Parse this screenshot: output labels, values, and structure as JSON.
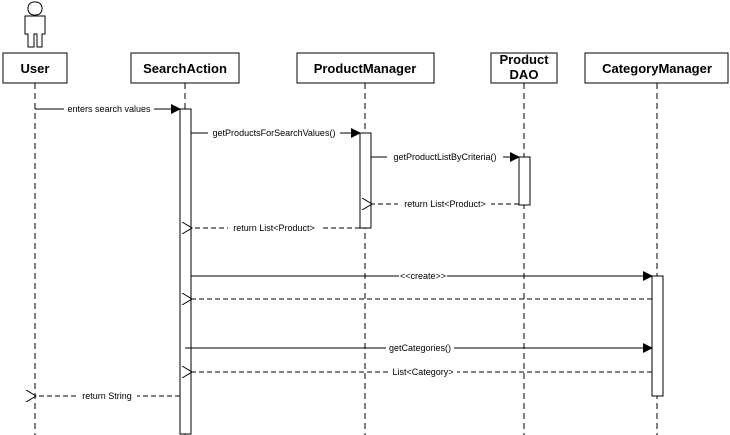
{
  "participants": [
    {
      "id": "user",
      "label": "User"
    },
    {
      "id": "search_action",
      "label": "SearchAction"
    },
    {
      "id": "product_manager",
      "label": "ProductManager"
    },
    {
      "id": "product_dao",
      "label_line1": "Product",
      "label_line2": "DAO"
    },
    {
      "id": "category_manager",
      "label": "CategoryManager"
    }
  ],
  "messages": [
    {
      "id": "m1",
      "text": "enters search values",
      "type": "sync"
    },
    {
      "id": "m2",
      "text": "getProductsForSearchValues()",
      "type": "sync"
    },
    {
      "id": "m3",
      "text": "getProductListByCriteria()",
      "type": "sync"
    },
    {
      "id": "m4",
      "text": "return List<Product>",
      "type": "return"
    },
    {
      "id": "m5",
      "text": "return List<Product>",
      "type": "return"
    },
    {
      "id": "m6",
      "text": "<<create>>",
      "type": "sync"
    },
    {
      "id": "m7",
      "text": "",
      "type": "return"
    },
    {
      "id": "m8",
      "text": "getCategories()",
      "type": "sync"
    },
    {
      "id": "m9",
      "text": "List<Category>",
      "type": "return"
    },
    {
      "id": "m10",
      "text": "return String",
      "type": "return"
    }
  ]
}
